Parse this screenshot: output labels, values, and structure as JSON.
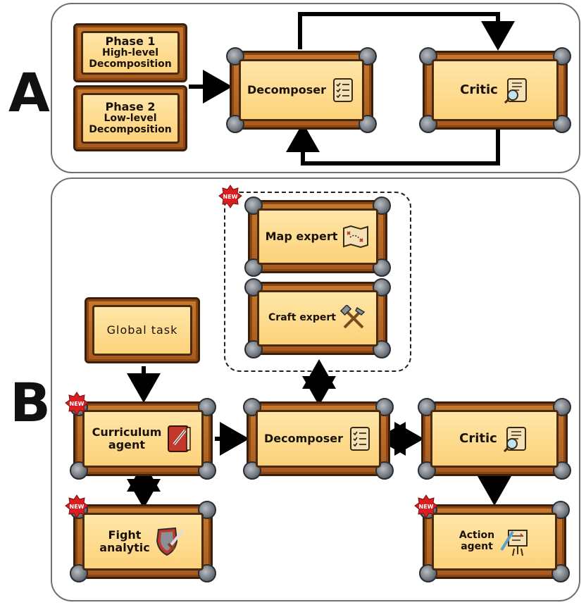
{
  "panel_a": {
    "letter": "A",
    "phase1": {
      "title": "Phase 1",
      "line2": "High-level",
      "line3": "Decomposition"
    },
    "phase2": {
      "title": "Phase 2",
      "line2": "Low-level",
      "line3": "Decomposition"
    },
    "decomposer": "Decomposer",
    "critic": "Critic"
  },
  "panel_b": {
    "letter": "B",
    "new_badge": "NEW",
    "map_expert": "Map expert",
    "craft_expert": "Craft expert",
    "global_task": "Global task",
    "curriculum_agent": "Curriculum\nagent",
    "decomposer": "Decomposer",
    "critic": "Critic",
    "fight_analytic": "Fight\nanalytic",
    "action_agent": "Action\nagent"
  },
  "colors": {
    "wood": "#b8682a",
    "plank": "#fdd27a",
    "bolt": "#6f757c",
    "arrow": "#000000",
    "badge": "#d81e1e"
  }
}
